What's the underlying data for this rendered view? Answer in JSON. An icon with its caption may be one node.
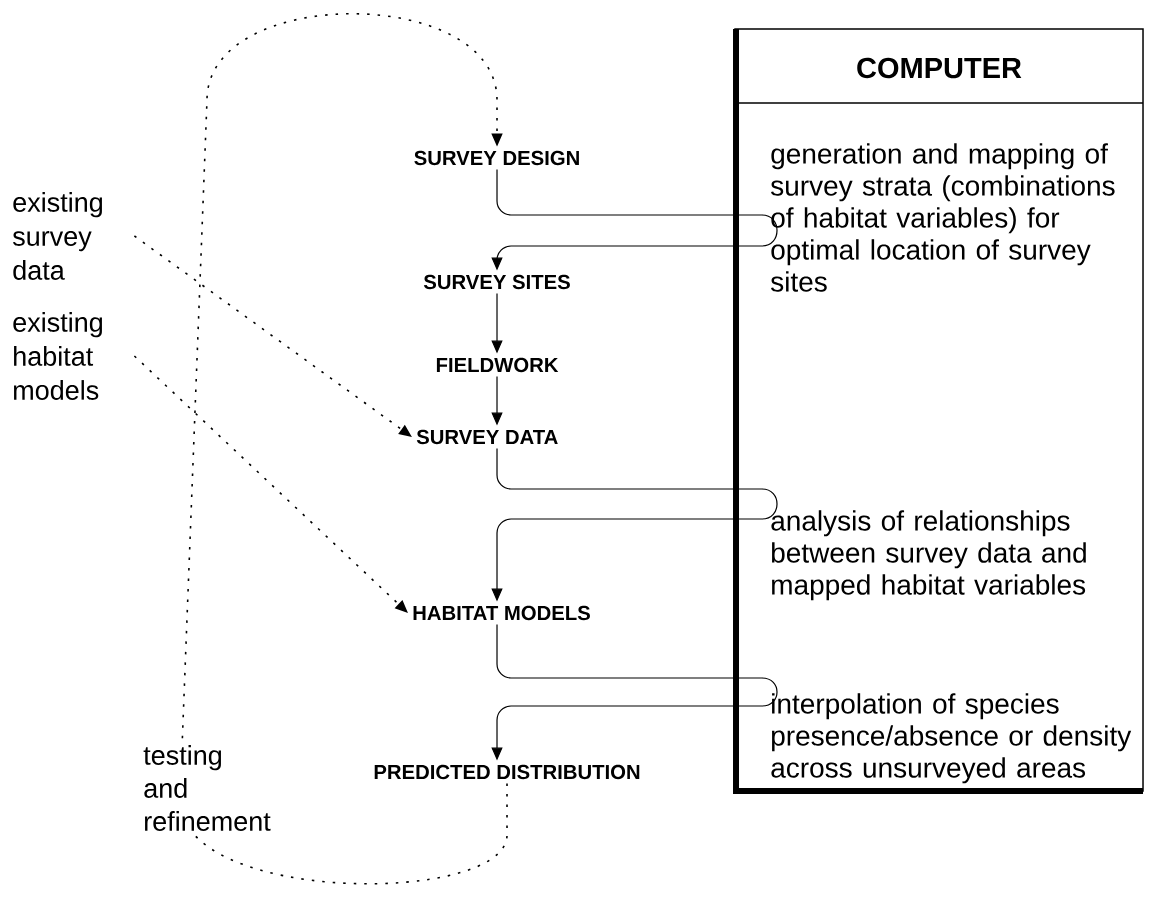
{
  "diagram": {
    "nodes": [
      {
        "text": [
          "COMPUTER",
          "generation and mapping of survey strata (combinations of habitat variables) for optimal location of survey sites",
          "analysis of relationships between survey data and mapped habitat variables",
          "interpolation of species presence/absence or density across unsurveyed areas"
        ]
      },
      {
        "text": [
          "SURVEY DESIGN"
        ]
      },
      {
        "text": [
          "SURVEY SITES"
        ]
      },
      {
        "text": [
          "FIELDWORK"
        ]
      },
      {
        "text": [
          "SURVEY DATA"
        ]
      },
      {
        "text": [
          "HABITAT MODELS"
        ]
      },
      {
        "text": [
          "PREDICTED DISTRIBUTION"
        ]
      },
      {
        "text": [
          "existing survey data"
        ]
      },
      {
        "text": [
          "existing habitat models"
        ]
      }
    ],
    "edges": [
      {
        "from": 1,
        "to": 0,
        "arrow": "none"
      },
      {
        "from": 0,
        "to": 2,
        "arrow": "to"
      },
      {
        "from": 2,
        "to": 3,
        "arrow": "to"
      },
      {
        "from": 3,
        "to": 4,
        "arrow": "to"
      },
      {
        "from": 4,
        "to": 0,
        "arrow": "none"
      },
      {
        "from": 0,
        "to": 5,
        "arrow": "to"
      },
      {
        "from": 5,
        "to": 0,
        "arrow": "none"
      },
      {
        "from": 0,
        "to": 6,
        "arrow": "to"
      },
      {
        "from": 7,
        "to": 4,
        "arrow": "to",
        "style": "dashed"
      },
      {
        "from": 8,
        "to": 5,
        "arrow": "to",
        "style": "dashed"
      },
      {
        "from": 6,
        "to": 1,
        "arrow": "to",
        "style": "dashed",
        "label": "testing and refinement"
      }
    ]
  }
}
